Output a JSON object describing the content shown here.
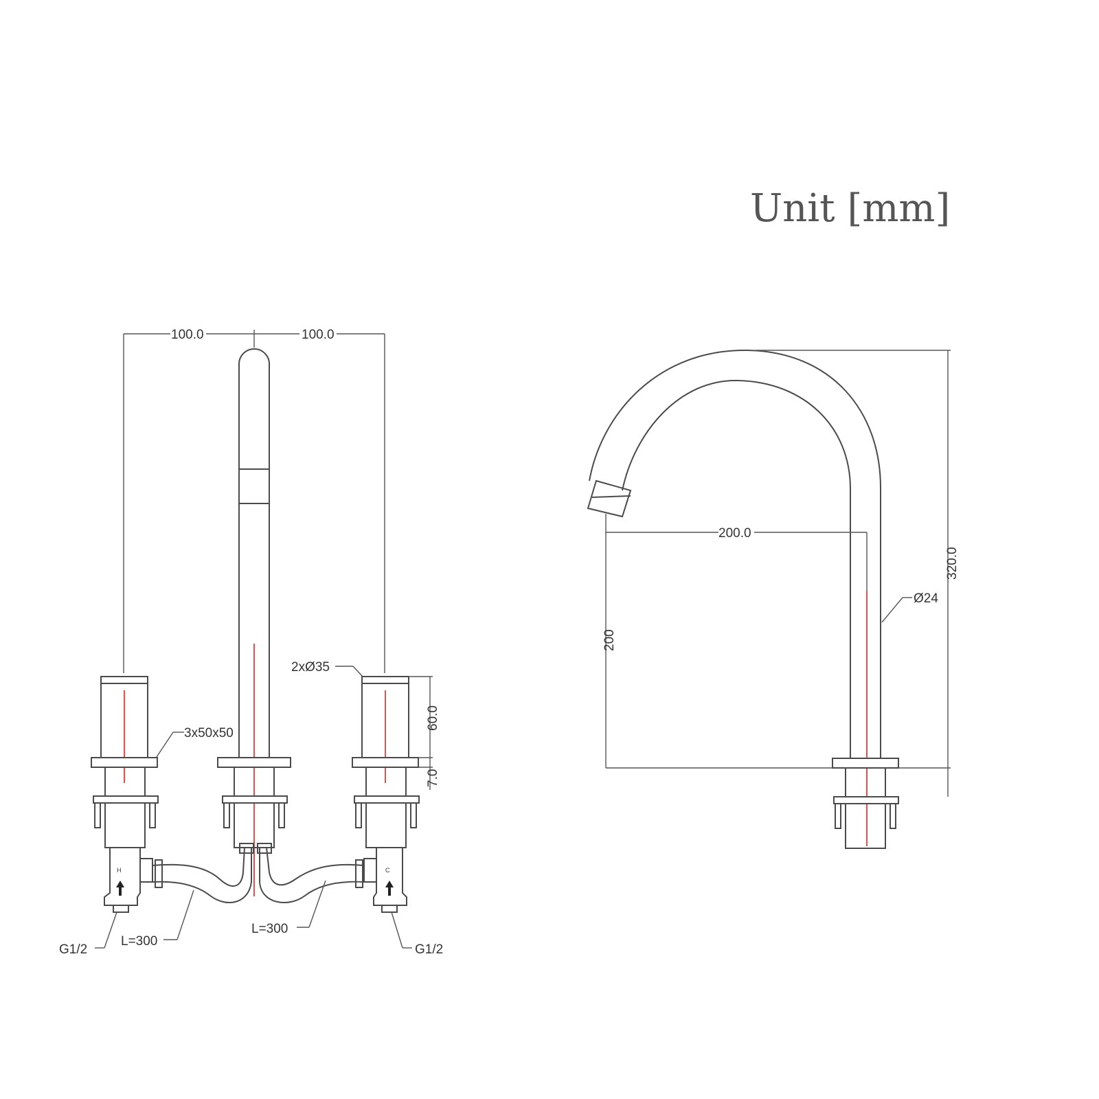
{
  "unit_label": "Unit [mm]",
  "front_view": {
    "dim_left_spacing": "100.0",
    "dim_right_spacing": "100.0",
    "handle_diameter": "2xØ35",
    "plate_size": "3x50x50",
    "handle_height": "60.0",
    "plate_thickness": "7.0",
    "hot_mark": "H",
    "cold_mark": "C",
    "thread_left": "G1/2",
    "thread_right": "G1/2",
    "hose_left": "L=300",
    "hose_right": "L=300"
  },
  "side_view": {
    "reach": "200.0",
    "spout_height": "200",
    "total_height": "320.0",
    "pipe_diameter": "Ø24"
  },
  "colors": {
    "line": "#4a4a4a",
    "centerline": "#e0231d",
    "text": "#333333"
  }
}
